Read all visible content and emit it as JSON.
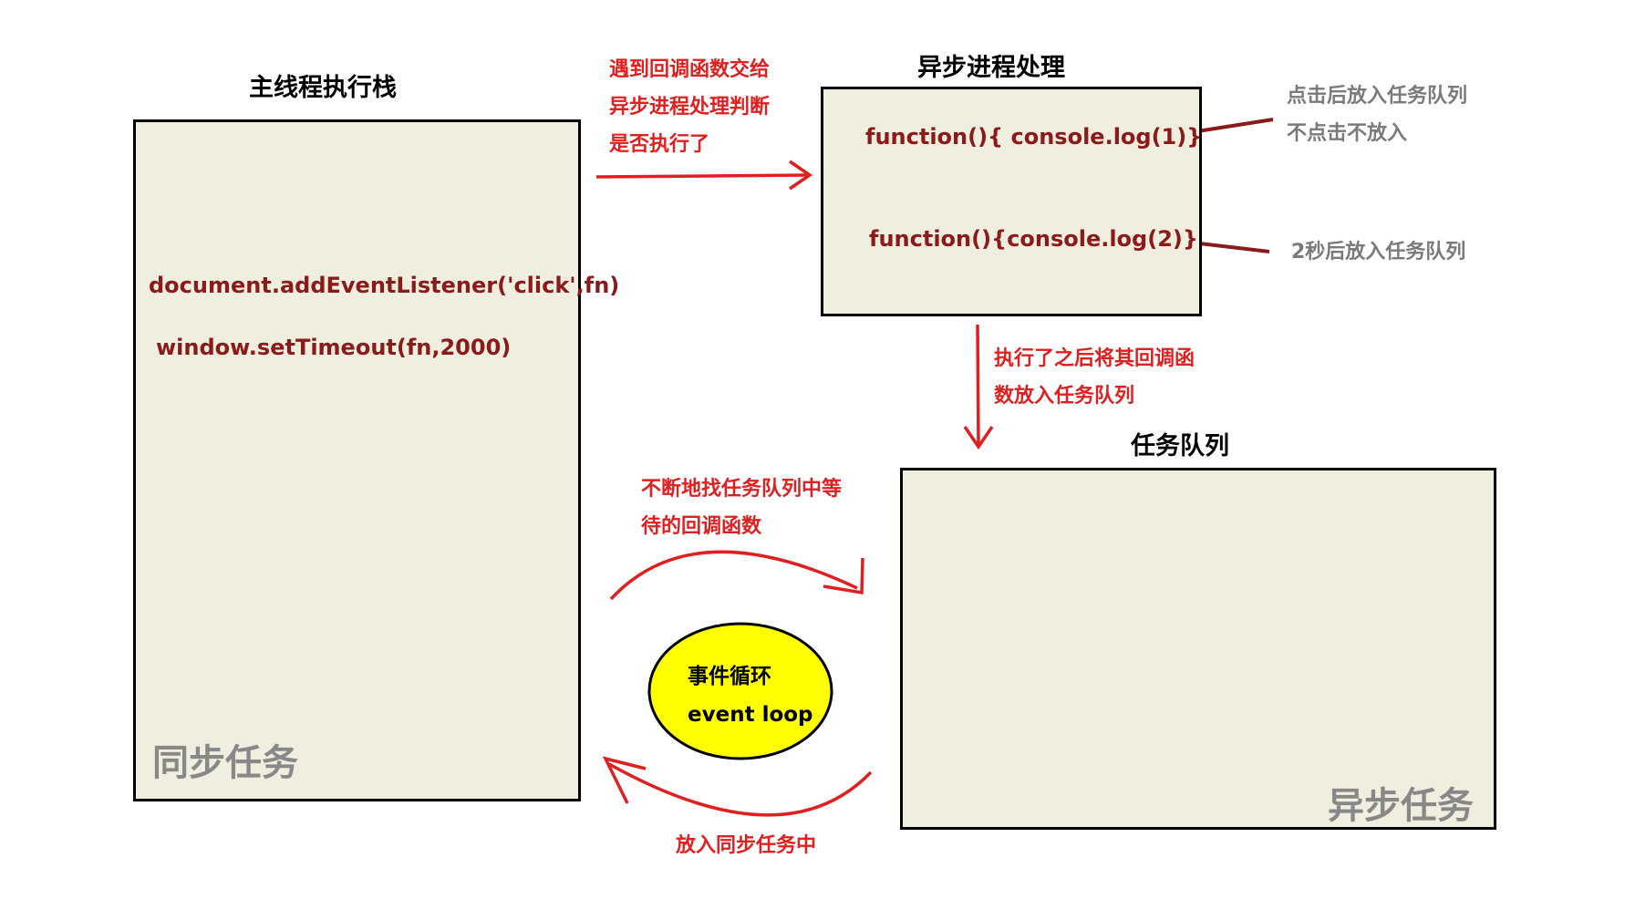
{
  "main_stack": {
    "title": "主线程执行栈",
    "code_lines": [
      "document.addEventListener('click',fn)",
      "window.setTimeout(fn,2000)"
    ],
    "footer": "同步任务"
  },
  "async_process": {
    "title": "异步进程处理",
    "functions": [
      "function(){ console.log(1)}",
      "function(){console.log(2)}"
    ]
  },
  "task_queue": {
    "title": "任务队列",
    "footer": "异步任务"
  },
  "annotations": {
    "to_async": [
      "遇到回调函数交给",
      "异步进程处理判断",
      "是否执行了"
    ],
    "after_exec": [
      "执行了之后将其回调函",
      "数放入任务队列"
    ],
    "click_note": [
      "点击后放入任务队列",
      "不点击不放入"
    ],
    "timeout_note": "2秒后放入任务队列",
    "loop_find": [
      "不断地找任务队列中等",
      "待的回调函数"
    ],
    "to_sync": "放入同步任务中"
  },
  "event_loop": {
    "label_cn": "事件循环",
    "label_en": "event loop"
  },
  "colors": {
    "box_fill": "#f0eedf",
    "arrow_red": "#e02020",
    "code_dark_red": "#8b1a1a",
    "ellipse_fill": "#ffff00"
  }
}
